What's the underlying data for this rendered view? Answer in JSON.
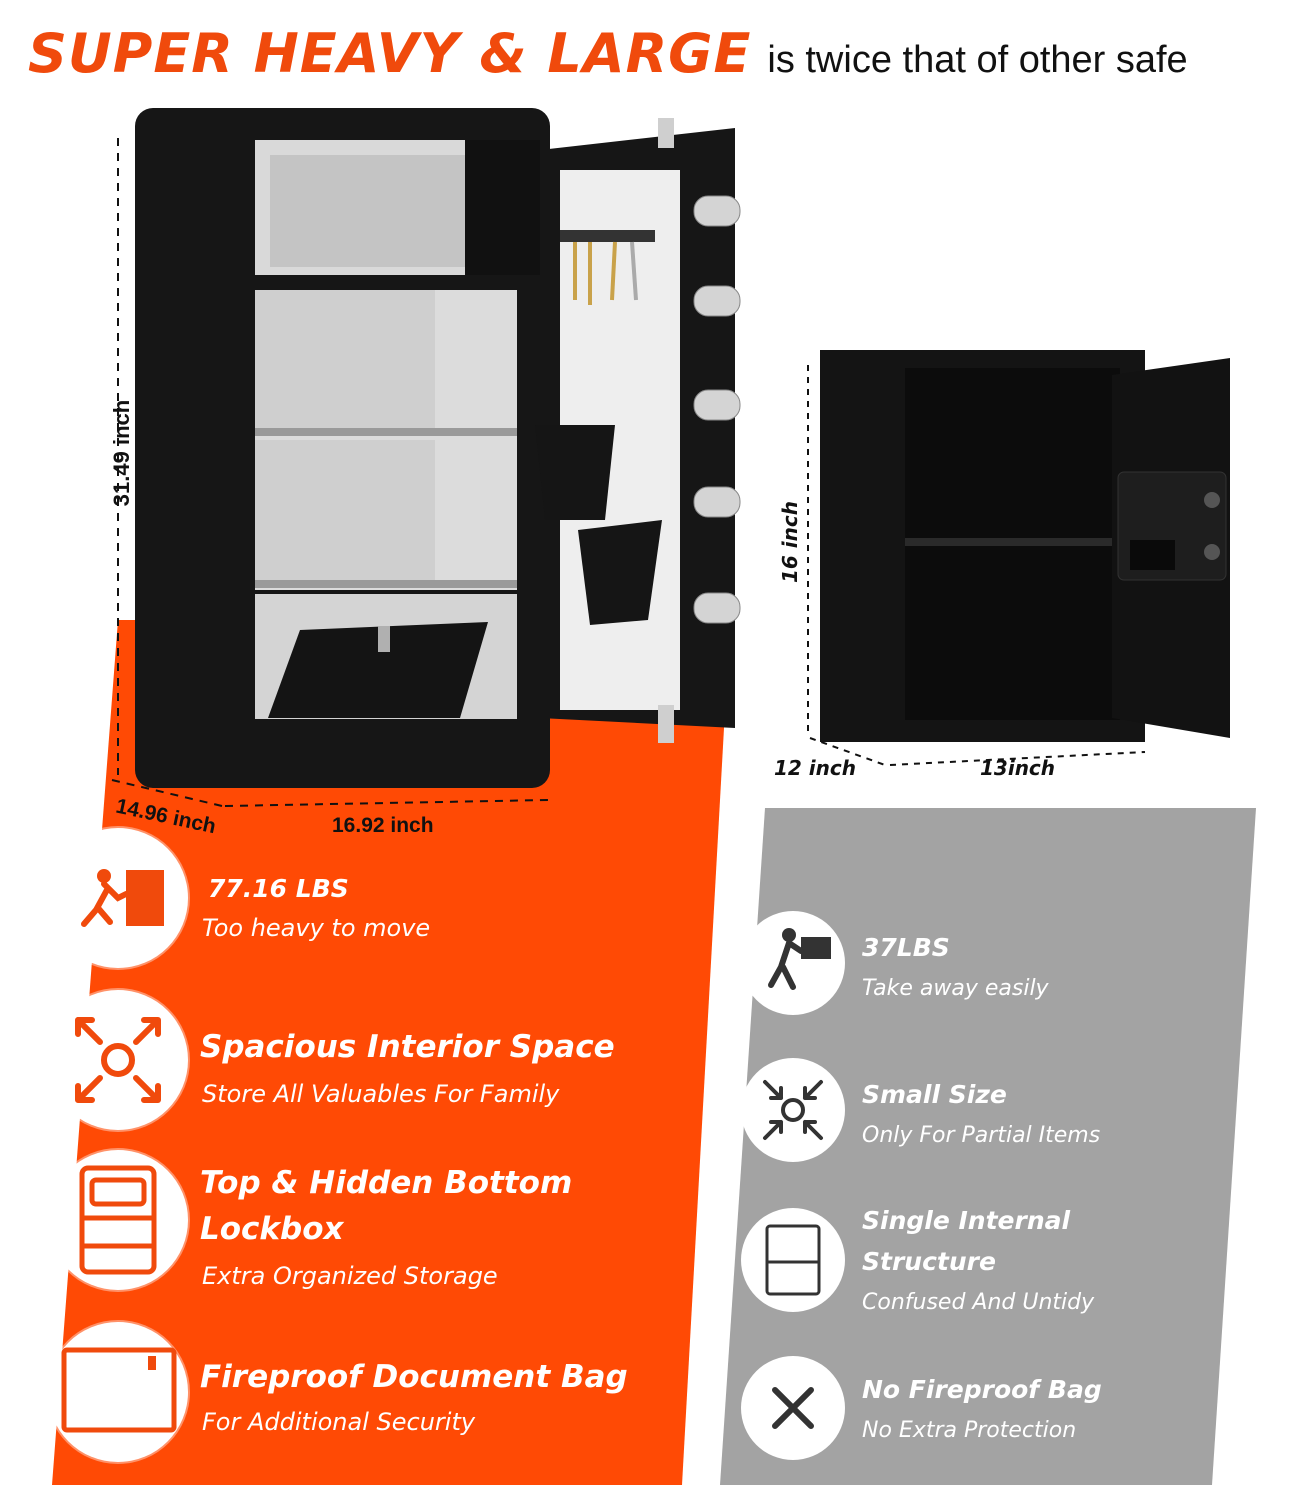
{
  "headline": {
    "main": "SUPER HEAVY & LARGE",
    "tail": "is twice that of other safe"
  },
  "colors": {
    "accent": "#f04a0c",
    "grey_panel": "#a3a3a3",
    "safe_body": "#161616"
  },
  "large_safe": {
    "height_label": "31.49 inch",
    "depth_label": "14.96 inch",
    "width_label": "16.92 inch"
  },
  "small_safe": {
    "height_label": "16 inch",
    "depth_label": "12 inch",
    "width_label": "13inch"
  },
  "large_features": [
    {
      "icon": "person-pushing-safe-icon",
      "title": "77.16 LBS",
      "subtitle": "Too heavy to move"
    },
    {
      "icon": "expand-arrows-icon",
      "title": "Spacious Interior Space",
      "subtitle": "Store All Valuables For Family"
    },
    {
      "icon": "lockbox-safe-icon",
      "title_line1": "Top & Hidden Bottom",
      "title_line2": "Lockbox",
      "subtitle": "Extra Organized Storage"
    },
    {
      "icon": "document-bag-icon",
      "title": "Fireproof Document Bag",
      "subtitle": "For Additional Security"
    }
  ],
  "small_features": [
    {
      "icon": "person-carrying-box-icon",
      "title": "37LBS",
      "subtitle": "Take away easily"
    },
    {
      "icon": "compress-arrows-icon",
      "title": "Small Size",
      "subtitle": "Only For Partial Items"
    },
    {
      "icon": "single-shelf-icon",
      "title_line1": "Single Internal",
      "title_line2": "Structure",
      "subtitle": "Confused And Untidy"
    },
    {
      "icon": "x-mark-icon",
      "title": "No Fireproof Bag",
      "subtitle": "No Extra Protection"
    }
  ]
}
